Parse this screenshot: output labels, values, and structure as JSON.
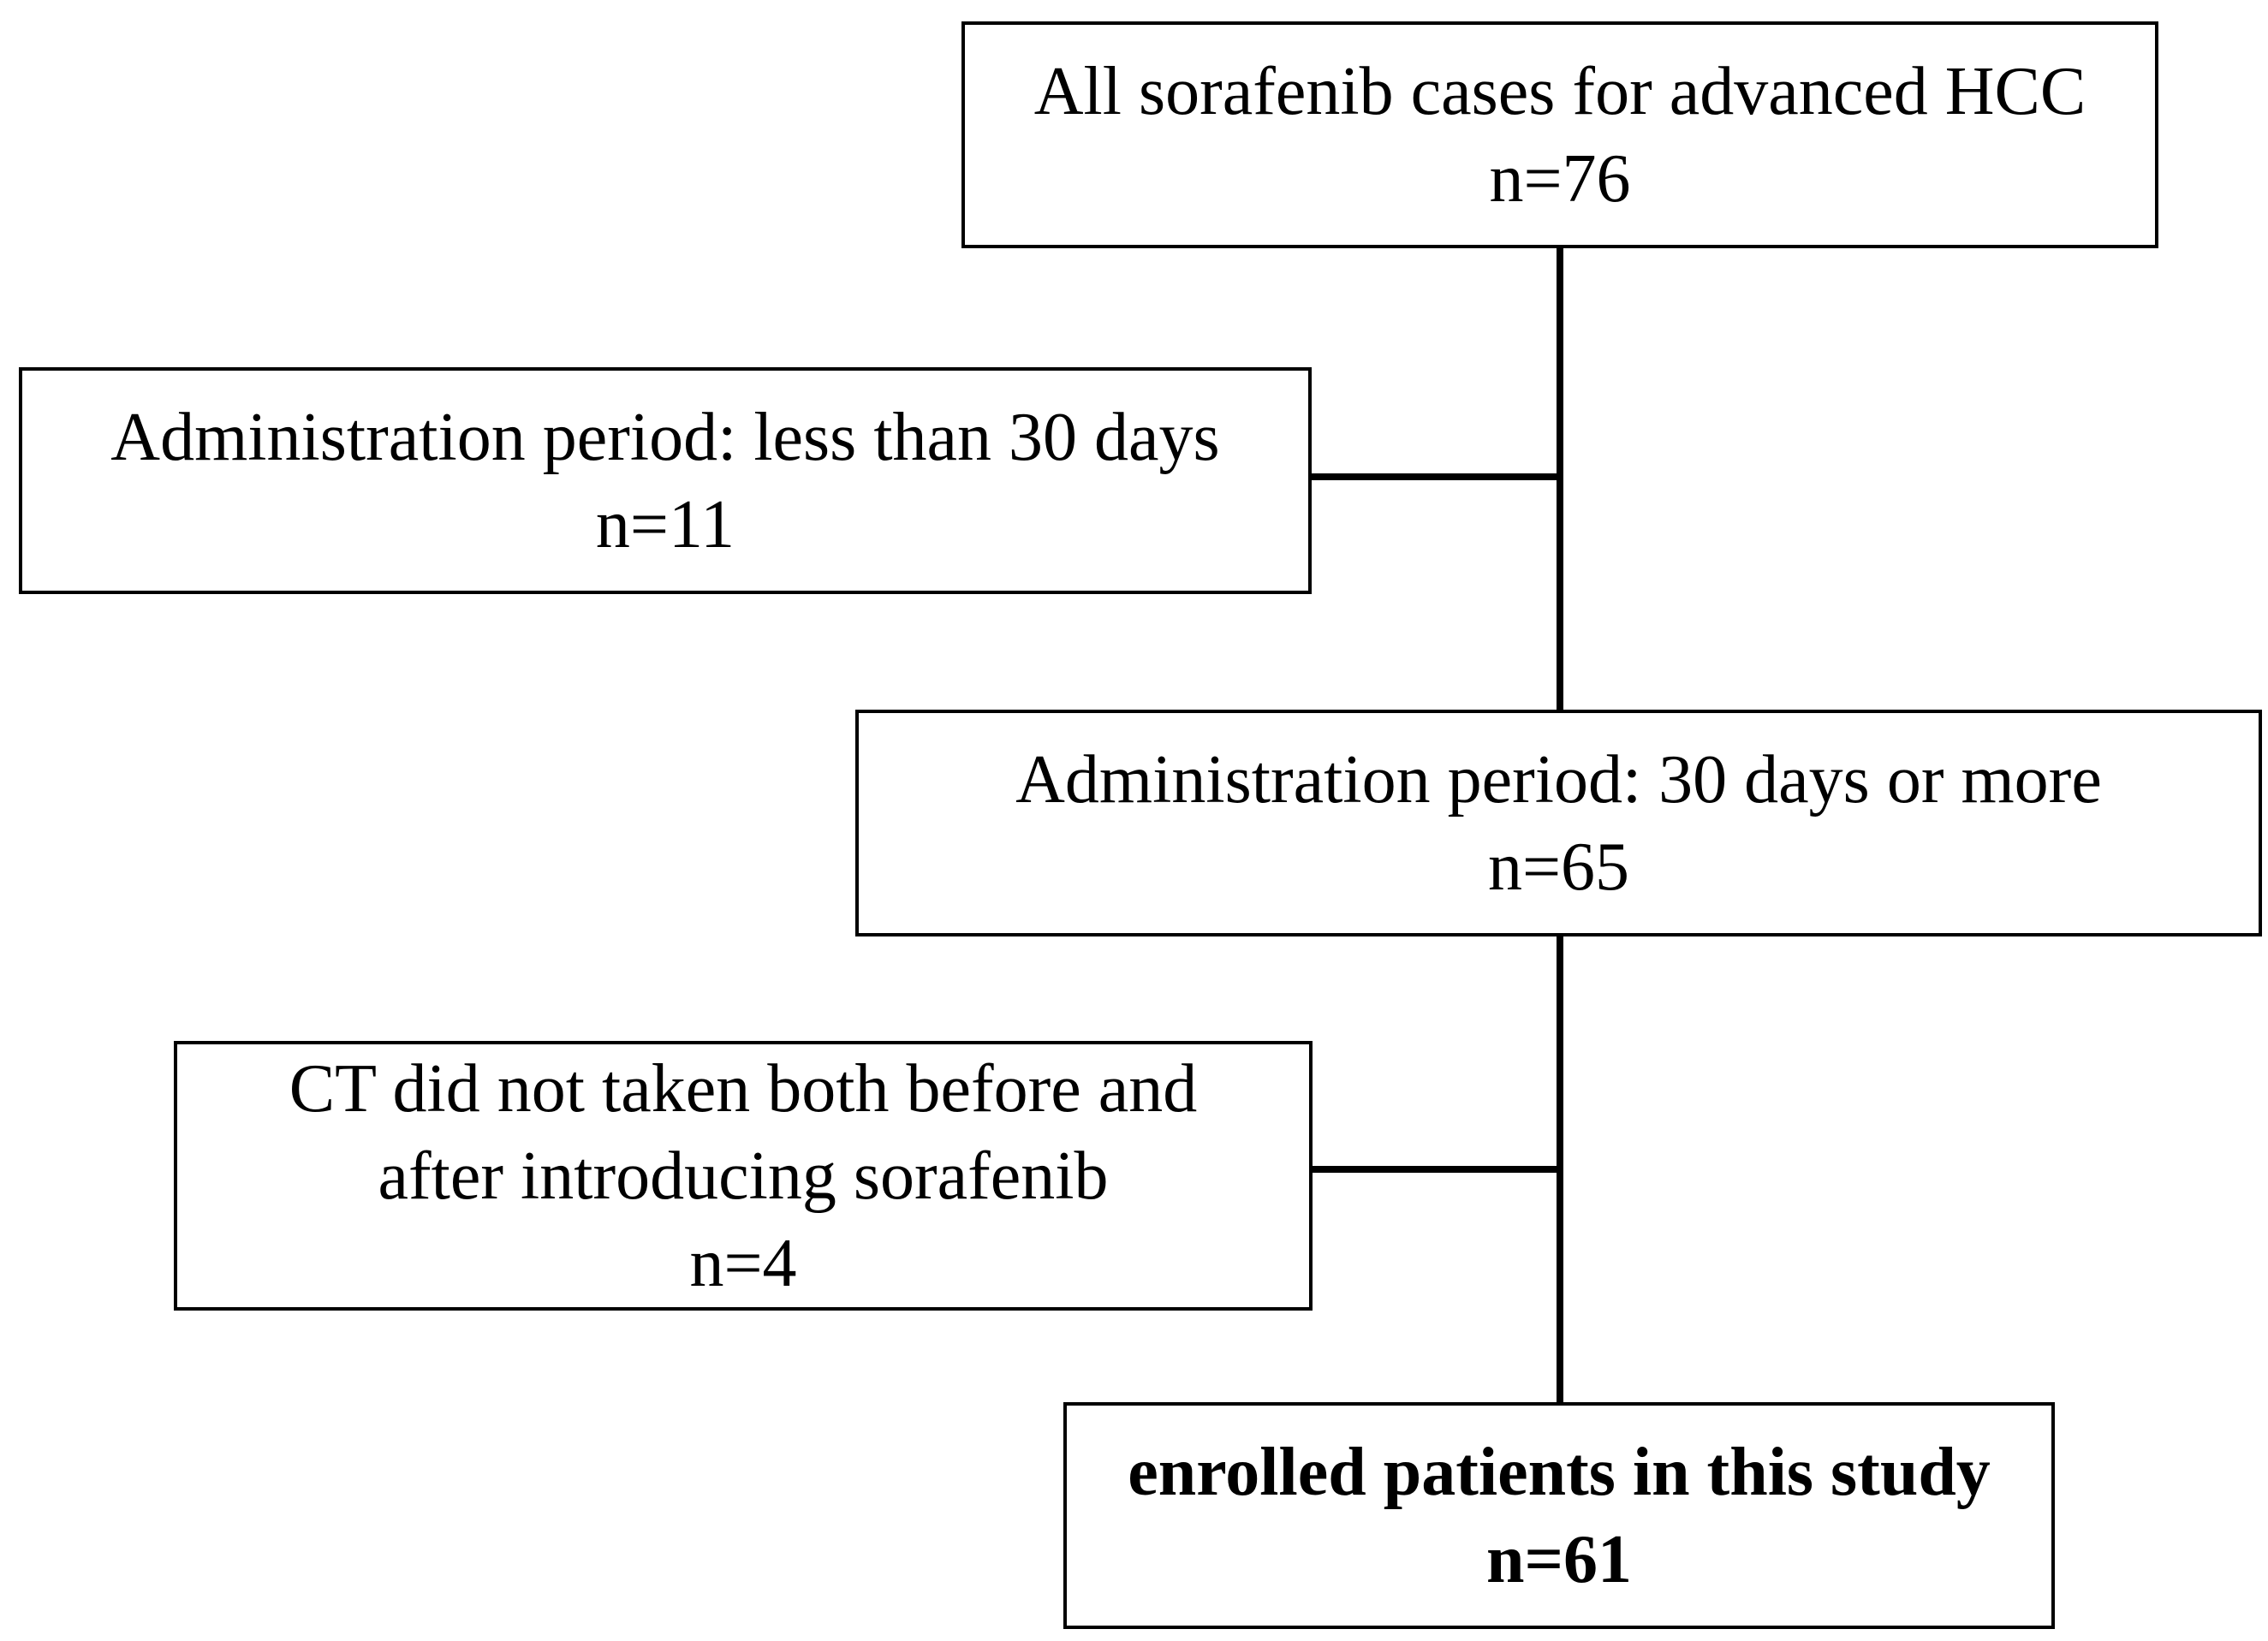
{
  "flowchart": {
    "all_cases": {
      "title": "All sorafenib cases for advanced HCC",
      "count": "n=76"
    },
    "excluded_short": {
      "title": "Administration period: less than 30 days",
      "count": "n=11"
    },
    "long_admin": {
      "title": "Administration period: 30 days or more",
      "count": "n=65"
    },
    "excluded_ct": {
      "line1": "CT did not taken both before and",
      "line2": "after introducing sorafenib",
      "count": "n=4"
    },
    "enrolled": {
      "title": "enrolled patients in this study",
      "count": "n=61"
    }
  }
}
